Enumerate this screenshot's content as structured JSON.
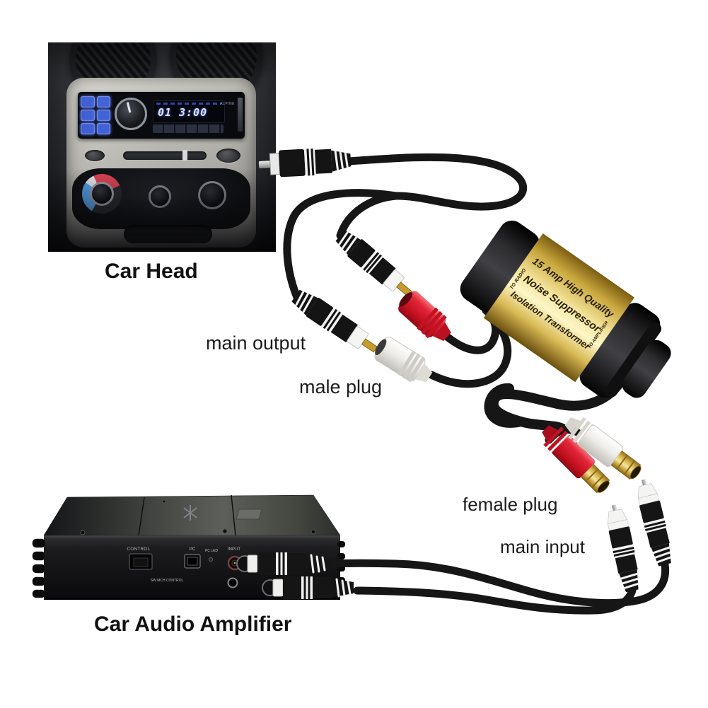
{
  "labels": {
    "car_head": "Car Head",
    "main_output": "main output",
    "male_plug": "male plug",
    "female_plug": "female plug",
    "main_input": "main input",
    "car_audio_amplifier": "Car Audio Amplifier"
  },
  "device": {
    "line1": "15 Amp High Quality",
    "line2": "Noise Suppressor",
    "line3": "Isolation Transformer",
    "side_left": "TO RADIO",
    "side_right": "TO AMPLIFIER",
    "body_color": "#e6cf7e",
    "cap_color": "#1a1a1c"
  },
  "head_unit": {
    "track": "01",
    "time": "3:00",
    "brand": "ALPINE"
  },
  "amplifier": {
    "port_labels": [
      "CONTROL",
      "PC",
      "PC LED",
      "INPUT"
    ],
    "sub_label": "SW MCH CONTROL"
  },
  "colors": {
    "background": "#ffffff",
    "cable": "#161616",
    "red_connector": "#d81f2d",
    "white_connector": "#eceae6",
    "gold": "#d9b74e",
    "label_text": "#1c1c1c"
  }
}
